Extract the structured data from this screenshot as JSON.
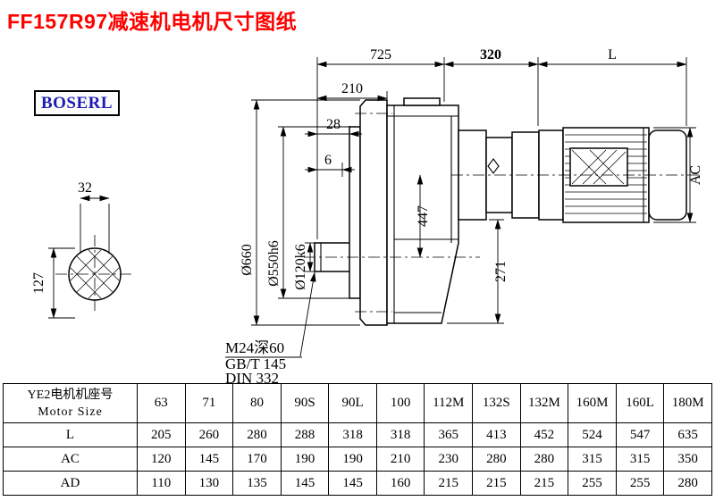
{
  "page": {
    "title": "FF157R97减速机电机尺寸图纸",
    "brand": "BOSERL"
  },
  "drawing": {
    "dim_725": "725",
    "dim_320": "320",
    "dim_L": "L",
    "dim_210": "210",
    "dim_28": "28",
    "dim_6": "6",
    "dim_32": "32",
    "dim_127": "127",
    "dim_447": "447",
    "dim_271": "271",
    "dim_AC": "AC",
    "dia_660": "Ø660",
    "dia_550": "Ø550h6",
    "dia_120": "Ø120k6",
    "note_thread": "M24深60",
    "note_gb": "GB/T 145",
    "note_din": "DIN 332"
  },
  "table": {
    "header_cn": "YE2电机机座号",
    "header_en": "Motor Size",
    "sizes": [
      "63",
      "71",
      "80",
      "90S",
      "90L",
      "100",
      "112M",
      "132S",
      "132M",
      "160M",
      "160L",
      "180M"
    ],
    "rows": [
      {
        "label": "L",
        "values": [
          "205",
          "260",
          "280",
          "288",
          "318",
          "318",
          "365",
          "413",
          "452",
          "524",
          "547",
          "635"
        ]
      },
      {
        "label": "AC",
        "values": [
          "120",
          "145",
          "170",
          "190",
          "190",
          "210",
          "230",
          "280",
          "280",
          "315",
          "315",
          "350"
        ]
      },
      {
        "label": "AD",
        "values": [
          "110",
          "130",
          "135",
          "145",
          "145",
          "160",
          "215",
          "215",
          "215",
          "255",
          "255",
          "280"
        ]
      }
    ]
  }
}
